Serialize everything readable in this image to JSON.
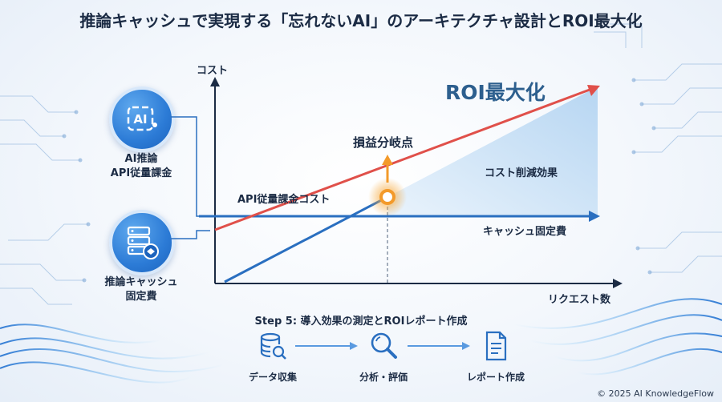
{
  "title": "推論キャッシュで実現する「忘れないAI」のアーキテクチャ設計とROI最大化",
  "side": {
    "ai": {
      "icon": "ai-chip-icon",
      "label_line1": "AI推論",
      "label_line2": "API従量課金"
    },
    "cache": {
      "icon": "database-icon",
      "label_line1": "推論キャッシュ",
      "label_line2": "固定費"
    }
  },
  "diagram": {
    "y_axis_label": "コスト",
    "x_axis_label": "リクエスト数",
    "roi_label": "ROI最大化",
    "breakeven_label": "損益分岐点",
    "savings_label": "コスト削減効果",
    "api_cost_label": "API従量課金コスト",
    "cache_fixed_label": "キャッシュ固定費",
    "colors": {
      "api_line": "#e0504a",
      "cache_line": "#2a6fc0",
      "savings_area": "#cfe4f8",
      "breakeven": "#f39a2a",
      "accent_title": "#2d5f8e"
    }
  },
  "steps": {
    "title": "Step 5: 導入効果の測定とROIレポート作成",
    "items": [
      {
        "label": "データ収集",
        "icon": "data-collection-icon"
      },
      {
        "label": "分析・評価",
        "icon": "magnifier-icon"
      },
      {
        "label": "レポート作成",
        "icon": "report-document-icon"
      }
    ]
  },
  "footer": {
    "copyright": "© 2025 AI KnowledgeFlow"
  }
}
